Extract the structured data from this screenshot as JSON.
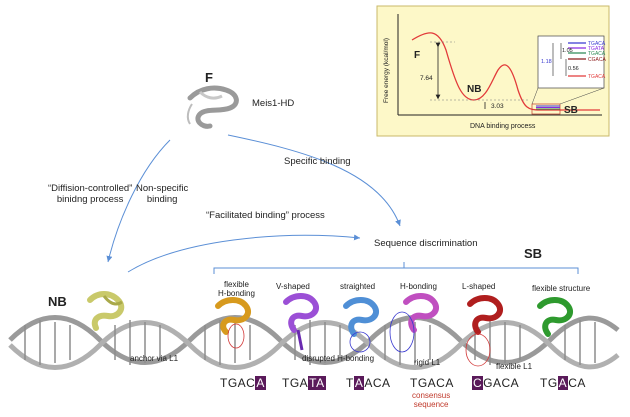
{
  "inset": {
    "y_axis_label": "Free energy (kcal/mol)",
    "x_axis_label": "DNA binding process",
    "state_F": "F",
    "state_NB": "NB",
    "state_SB": "SB",
    "gap_F_NB": "7.64",
    "gap_NB_SB": "3.03",
    "zoom_values": [
      "1.05",
      "0.56",
      "1.18"
    ],
    "zoom_labels": [
      "TGACA",
      "TGATA",
      "TGACA",
      "CGACA",
      "TGACA"
    ],
    "zoom_label_colors": [
      "#3a3ad0",
      "#8a2be2",
      "#2e8b57",
      "#8b1a1a",
      "#e23a3a"
    ],
    "colors": {
      "background": "#fdf8c8",
      "border": "#c9b96a",
      "curve": "#e23a3a"
    }
  },
  "labels": {
    "F": "F",
    "meis": "Meis1-HD",
    "diffusion": "“Diffision-controlled”\nbinidng process",
    "nonspecific": "Non-specific\nbinding",
    "specific": "Specific binding",
    "facilitated": "“Facilitated binding” process",
    "seq_disc": "Sequence discrimination",
    "SB": "SB",
    "NB": "NB",
    "anchor": "anchor via L1",
    "flexible_hbond": "flexible\nH-bonding",
    "v_shaped": "V-shaped",
    "straighted": "straighted",
    "h_bonding": "H-bonding",
    "l_shaped": "L-shaped",
    "flexible_structure": "flexible structure",
    "disrupted": "disrupted H-bonding",
    "rigid": "rigid L1",
    "flexible_l1": "flexible L1",
    "consensus": "consensus\nsequence"
  },
  "sequences": [
    {
      "pre": "TGAC",
      "hl": "A",
      "post": ""
    },
    {
      "pre": "TGA",
      "hl": "TA",
      "post": ""
    },
    {
      "pre": "T",
      "hl": "A",
      "post": "ACA"
    },
    {
      "pre": "TGACA",
      "hl": "",
      "post": ""
    },
    {
      "pre": "",
      "hl": "C",
      "post": "GACA"
    },
    {
      "pre": "TG",
      "hl": "A",
      "post": "CA"
    }
  ],
  "colors": {
    "arrow": "#5b8fd6",
    "dna": "#8c8c8c",
    "protein_nb": "#c9c96a",
    "protein_1": "#d79a1e",
    "protein_2": "#9b4fd6",
    "protein_3": "#4f8fd6",
    "protein_4": "#c04fc0",
    "protein_5": "#b01e1e",
    "protein_6": "#2e9a2e",
    "consensus_text": "#c0392b",
    "highlight": "#5a1a5a"
  }
}
